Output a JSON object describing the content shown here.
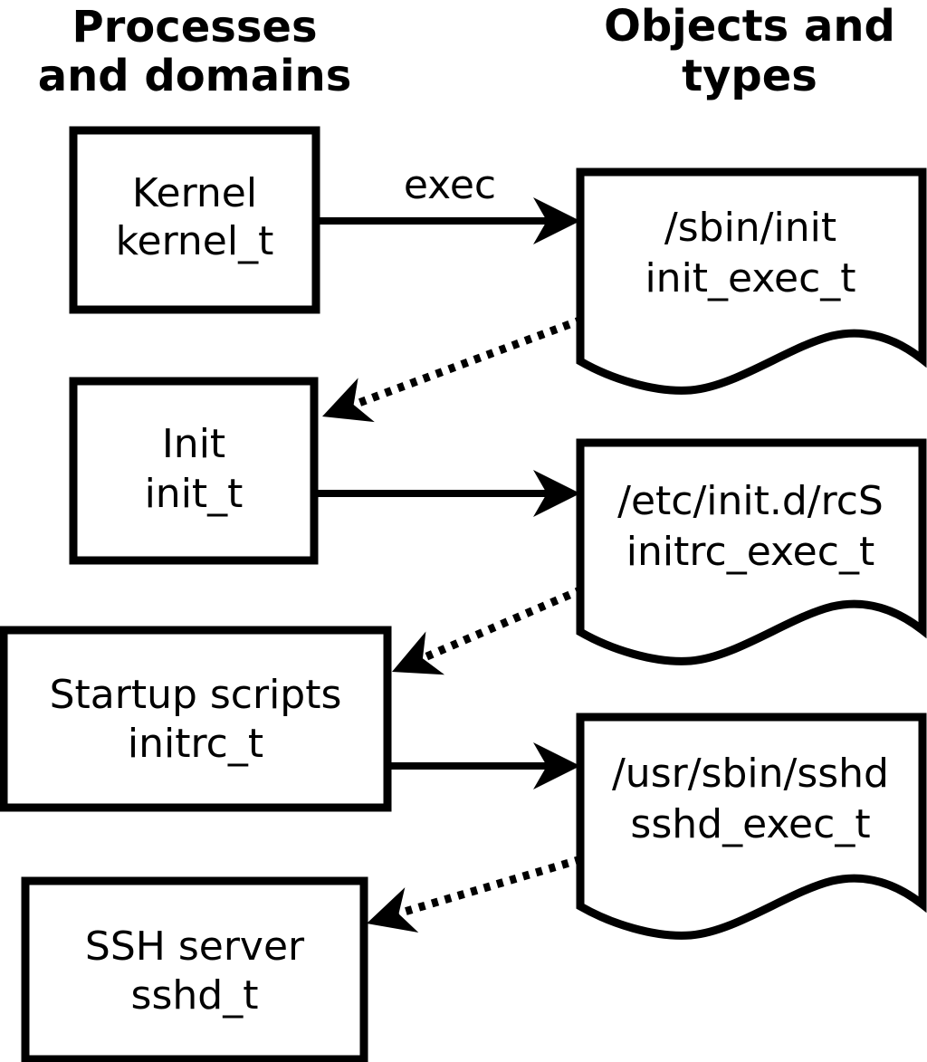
{
  "diagram": {
    "colors": {
      "stroke": "#000000",
      "fill": "#ffffff",
      "background": "#ffffff"
    },
    "columns": {
      "left": {
        "title_line1": "Processes",
        "title_line2": "and domains"
      },
      "right": {
        "title_line1": "Objects and",
        "title_line2": "types"
      }
    },
    "exec_arrow_label": "exec",
    "processes": [
      {
        "name": "Kernel",
        "domain": "kernel_t"
      },
      {
        "name": "Init",
        "domain": "init_t"
      },
      {
        "name": "Startup scripts",
        "domain": "initrc_t"
      },
      {
        "name": "SSH server",
        "domain": "sshd_t"
      }
    ],
    "objects": [
      {
        "path": "/sbin/init",
        "type": "init_exec_t"
      },
      {
        "path": "/etc/init.d/rcS",
        "type": "initrc_exec_t"
      },
      {
        "path": "/usr/sbin/sshd",
        "type": "sshd_exec_t"
      }
    ]
  }
}
